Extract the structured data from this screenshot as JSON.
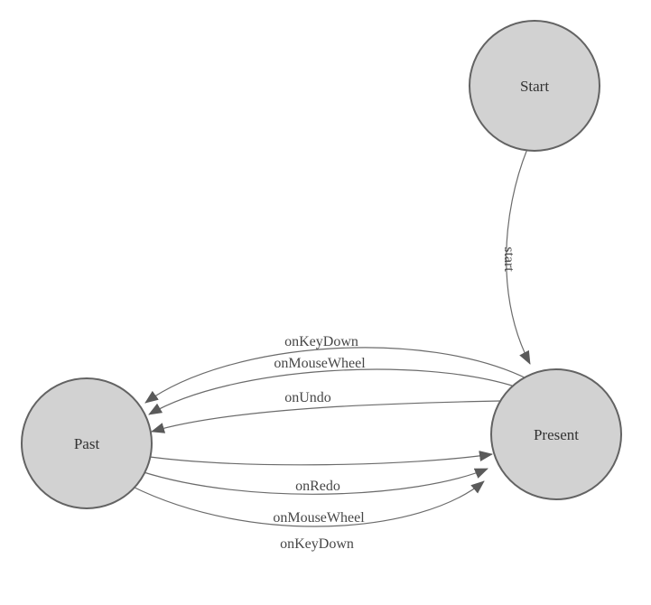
{
  "diagram": {
    "colors": {
      "node_fill": "#d2d2d2",
      "node_stroke": "#636363",
      "edge_color": "#6b6b6b",
      "arrow_color": "#5a5a5a"
    },
    "nodes": {
      "start": {
        "label": "Start"
      },
      "present": {
        "label": "Present"
      },
      "past": {
        "label": "Past"
      }
    },
    "edges": {
      "start_edge": {
        "label": "start",
        "from": "Start",
        "to": "Present"
      },
      "present_to_past": [
        {
          "label": "onKeyDown",
          "from": "Present",
          "to": "Past"
        },
        {
          "label": "onMouseWheel",
          "from": "Present",
          "to": "Past"
        },
        {
          "label": "onUndo",
          "from": "Present",
          "to": "Past"
        }
      ],
      "past_to_present": [
        {
          "label": "onRedo",
          "from": "Past",
          "to": "Present"
        },
        {
          "label": "onMouseWheel",
          "from": "Past",
          "to": "Present"
        },
        {
          "label": "onKeyDown",
          "from": "Past",
          "to": "Present"
        }
      ]
    }
  }
}
